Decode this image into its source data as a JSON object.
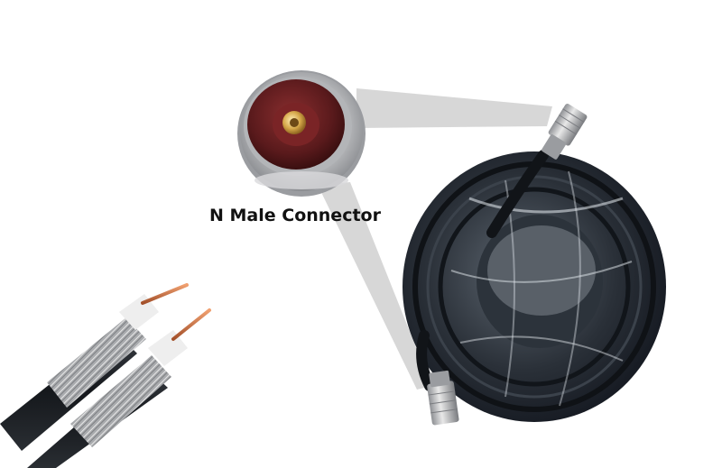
{
  "caption": {
    "connector_label": "N Male Connector"
  },
  "colors": {
    "background": "#ffffff",
    "callout_shade": "#c9c9c9",
    "cable_jacket": "#1e2329",
    "braid": "#b8b8b8",
    "copper": "#c9784a",
    "connector_silver": "#c7c9cc",
    "dielectric_red": "#5a1a1c",
    "gold_pin": "#d6a84a"
  },
  "icons": {
    "connector_closeup": "n-male-connector-closeup",
    "coil": "coiled-coax-cable",
    "cross_section": "coax-cable-cross-section"
  }
}
